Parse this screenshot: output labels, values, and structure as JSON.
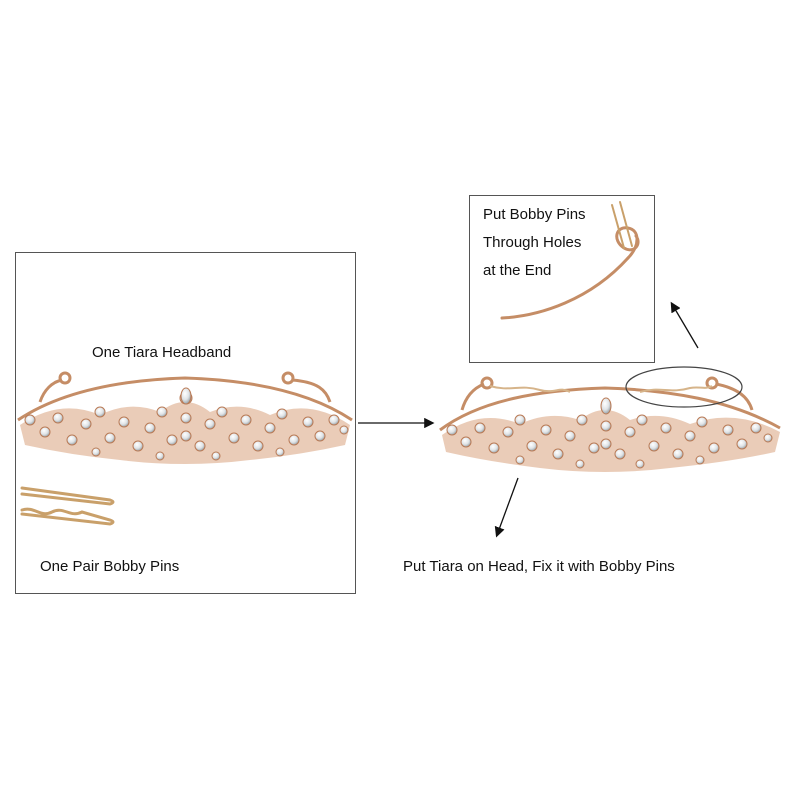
{
  "left_panel": {
    "title": "One Tiara Headband",
    "pins_caption": "One Pair Bobby Pins"
  },
  "right_panel": {
    "instruction": "Put Tiara on Head, Fix it with Bobby Pins"
  },
  "inset": {
    "lines": [
      "Put Bobby Pins",
      "Through Holes",
      "at the End"
    ]
  },
  "colors": {
    "border": "#555555",
    "rose_gold": "#d9a27e",
    "rose_gold_dark": "#b97a55",
    "crystal": "#eef0f2",
    "arrow": "#111111"
  }
}
